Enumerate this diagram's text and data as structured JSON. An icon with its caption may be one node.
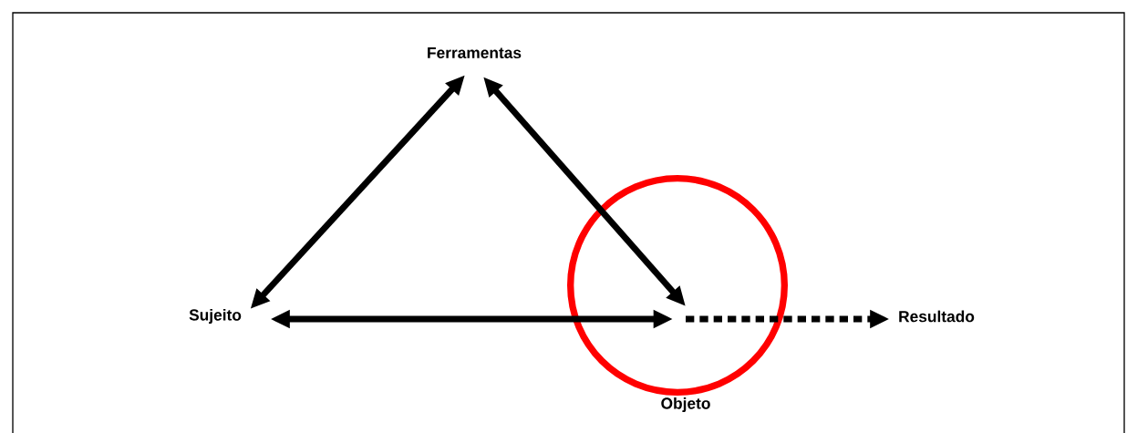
{
  "diagram": {
    "nodes": [
      {
        "text": [
          "Ferramentas"
        ]
      },
      {
        "text": [
          "Sujeito"
        ]
      },
      {
        "text": [
          "Objeto"
        ]
      },
      {
        "text": [
          "Resultado"
        ]
      }
    ],
    "edges": [
      {
        "from": 1,
        "to": 0,
        "arrow": "both"
      },
      {
        "from": 0,
        "to": 2,
        "arrow": "both"
      },
      {
        "from": 1,
        "to": 2,
        "arrow": "both"
      },
      {
        "from": 2,
        "to": 3,
        "arrow": "to",
        "style": "dashed"
      }
    ]
  }
}
